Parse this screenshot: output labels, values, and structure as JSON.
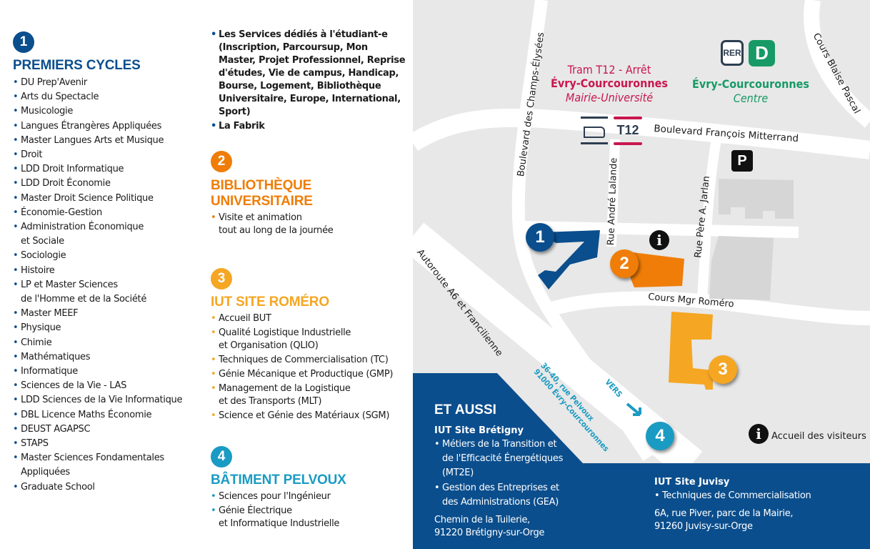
{
  "colors": {
    "blue": "#0b4e8d",
    "orange": "#ef7d07",
    "yellow": "#f5a623",
    "cyan": "#1a9bc3",
    "tram_red": "#c8174f",
    "rer_green": "#179a66",
    "map_bg": "#e8e8e8",
    "road": "#ffffff",
    "building_gray": "#d6d6d6"
  },
  "sections": {
    "s1": {
      "number": "1",
      "title": "PREMIERS CYCLES",
      "items": [
        "DU Prep'Avenir",
        "Arts du Spectacle",
        "Musicologie",
        "Langues Étrangères Appliquées",
        "Master Langues Arts et Musique",
        "Droit",
        "LDD Droit Informatique",
        "LDD Droit Économie",
        "Master Droit Science Politique",
        "Économie-Gestion",
        "Administration Économique\net Sociale",
        "Sociologie",
        "Histoire",
        "LP et Master Sciences\nde l'Homme et de la Société",
        "Master MEEF",
        "Physique",
        "Chimie",
        "Mathématiques",
        "Informatique",
        "Sciences de la Vie - LAS",
        "LDD Sciences de la Vie Informatique",
        "DBL Licence Maths Économie",
        "DEUST AGAPSC",
        "STAPS",
        "Master Sciences Fondamentales\nAppliquées",
        "Graduate School"
      ]
    },
    "s1b": {
      "items": [
        "Les Services dédiés à l'étudiant-e (Inscription, Parcoursup, Mon Master, Projet Professionnel, Reprise d'études, Vie de campus, Handicap, Bourse, Logement, Bibliothèque Universitaire, Europe, International, Sport)",
        "La Fabrik"
      ]
    },
    "s2": {
      "number": "2",
      "title_line1": "BIBLIOTHÈQUE",
      "title_line2": "UNIVERSITAIRE",
      "items": [
        "Visite et animation\ntout au long de la journée"
      ]
    },
    "s3": {
      "number": "3",
      "title": "IUT SITE ROMÉRO",
      "items": [
        "Accueil BUT",
        "Qualité Logistique Industrielle\net Organisation (QLIO)",
        "Techniques de Commercialisation (TC)",
        "Génie Mécanique et Productique (GMP)",
        "Management de la Logistique\net des Transports (MLT)",
        "Science et Génie des Matériaux (SGM)"
      ]
    },
    "s4": {
      "number": "4",
      "title": "BÂTIMENT PELVOUX",
      "items": [
        "Sciences pour l'Ingénieur",
        "Génie Électrique\net Informatique Industrielle"
      ]
    }
  },
  "map": {
    "tram": {
      "line1": "Tram T12 - Arrêt",
      "line2": "Évry-Courcouronnes",
      "line3": "Mairie-Université",
      "badge": "T12"
    },
    "rer": {
      "badge": "RER",
      "line": "D",
      "line2": "Évry-Courcouronnes",
      "line3": "Centre"
    },
    "streets": {
      "champs": "Boulevard des Champs-Élysées",
      "mitterrand": "Boulevard François Mitterrand",
      "blaise": "Cours Blaise Pascal",
      "lalande": "Rue André Lalande",
      "jarlan": "Rue Père A. Jarlan",
      "romero": "Cours Mgr Roméro",
      "autoroute": "Autoroute A6 et Francilienne"
    },
    "parking": "P",
    "info": "i",
    "pins": [
      "1",
      "2",
      "3",
      "4"
    ],
    "pelvoux_address_line1": "36-40, rue Pelvoux",
    "pelvoux_address_line2": "91000 Évry-Courcouronnes",
    "vers": "VERS",
    "legend_info": "Accueil des visiteurs"
  },
  "et_aussi": {
    "title": "ET AUSSI",
    "bretigny": {
      "title": "IUT Site Brétigny",
      "items": [
        "Métiers de la Transition et\nde l'Efficacité Énergétiques\n(MT2E)",
        "Gestion des Entreprises et\ndes Administrations (GEA)"
      ],
      "address1": "Chemin de la Tuilerie,",
      "address2": "91220 Brétigny-sur-Orge"
    },
    "juvisy": {
      "title": "IUT Site Juvisy",
      "items": [
        "Techniques de Commercialisation"
      ],
      "address1": "6A, rue Piver, parc de la Mairie,",
      "address2": "91260 Juvisy-sur-Orge"
    }
  }
}
